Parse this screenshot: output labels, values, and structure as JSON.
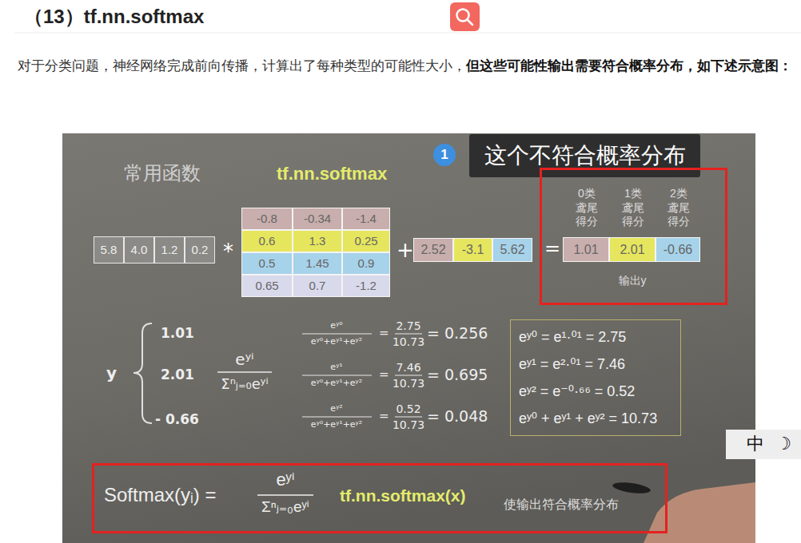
{
  "diagram": {
    "title": "（13）tf.nn.softmax",
    "nodes": [
      {
        "text": [
          "常用函数",
          "tf.nn.softmax"
        ]
      },
      {
        "text": [
          "1"
        ],
        "in": 0
      },
      {
        "text": [
          "这个不符合概率分布"
        ],
        "in": 0
      },
      {
        "text": [
          "5.8"
        ],
        "in": 0
      },
      {
        "text": [
          "4.0"
        ],
        "in": 0
      },
      {
        "text": [
          "1.2"
        ],
        "in": 0
      },
      {
        "text": [
          "0.2"
        ],
        "in": 0
      },
      {
        "text": [
          "-0.8"
        ],
        "in": 0
      },
      {
        "text": [
          "-0.34"
        ],
        "in": 0
      },
      {
        "text": [
          "-1.4"
        ],
        "in": 0
      },
      {
        "text": [
          "0.6"
        ],
        "in": 0
      },
      {
        "text": [
          "1.3"
        ],
        "in": 0
      },
      {
        "text": [
          "0.25"
        ],
        "in": 0
      },
      {
        "text": [
          "0.5"
        ],
        "in": 0
      },
      {
        "text": [
          "1.45"
        ],
        "in": 0
      },
      {
        "text": [
          "0.9"
        ],
        "in": 0
      },
      {
        "text": [
          "0.65"
        ],
        "in": 0
      },
      {
        "text": [
          "0.7"
        ],
        "in": 0
      },
      {
        "text": [
          "-1.2"
        ],
        "in": 0
      },
      {
        "text": [
          "2.52"
        ],
        "in": 0
      },
      {
        "text": [
          "-3.1"
        ],
        "in": 0
      },
      {
        "text": [
          "5.62"
        ],
        "in": 0
      },
      {
        "text": [
          "0类 鸢尾 得分",
          "1类 鸢尾 得分",
          "2类 鸢尾 得分",
          "输出y"
        ],
        "in": 0
      },
      {
        "text": [
          "1.01"
        ],
        "in": 22
      },
      {
        "text": [
          "2.01"
        ],
        "in": 22
      },
      {
        "text": [
          "-0.66"
        ],
        "in": 22
      },
      {
        "text": [
          "eʸ⁰ = e¹·⁰¹ = 2.75",
          "eʸ¹ = e²·⁰¹ = 7.46",
          "eʸ² = e⁻⁰·⁶⁶ = 0.52",
          "eʸ⁰ + eʸ¹ + eʸ² = 10.73"
        ],
        "in": 0
      },
      {
        "text": [
          "Softmax(yᵢ) =",
          "eʸⁱ",
          "Σⁿⱼ₌₀eʸⁱ",
          "tf.nn.softmax(x)",
          "使输出符合概率分布"
        ],
        "in": 0
      },
      {
        "text": [
          "中",
          "☽"
        ]
      }
    ],
    "labels": [
      "对于分类问题，神经网络完成前向传播，计算出了每种类型的可能性大小，",
      "但这些可能性输出需要符合概率分布，如下述示意图：",
      "*",
      "+",
      "=",
      "y",
      "1.01",
      "2.01",
      "- 0.66",
      "eʸⁱ",
      "Σⁿⱼ₌₀eʸⁱ",
      "eʸ⁰",
      "eʸ⁰+eʸ¹+eʸ²",
      "=",
      "2.75",
      "10.73",
      "= 0.256",
      "eʸ¹",
      "eʸ⁰+eʸ¹+eʸ²",
      "=",
      "7.46",
      "10.73",
      "= 0.695",
      "eʸ²",
      "eʸ⁰+eʸ¹+eʸ²",
      "=",
      "0.52",
      "10.73",
      "= 0.048"
    ]
  }
}
